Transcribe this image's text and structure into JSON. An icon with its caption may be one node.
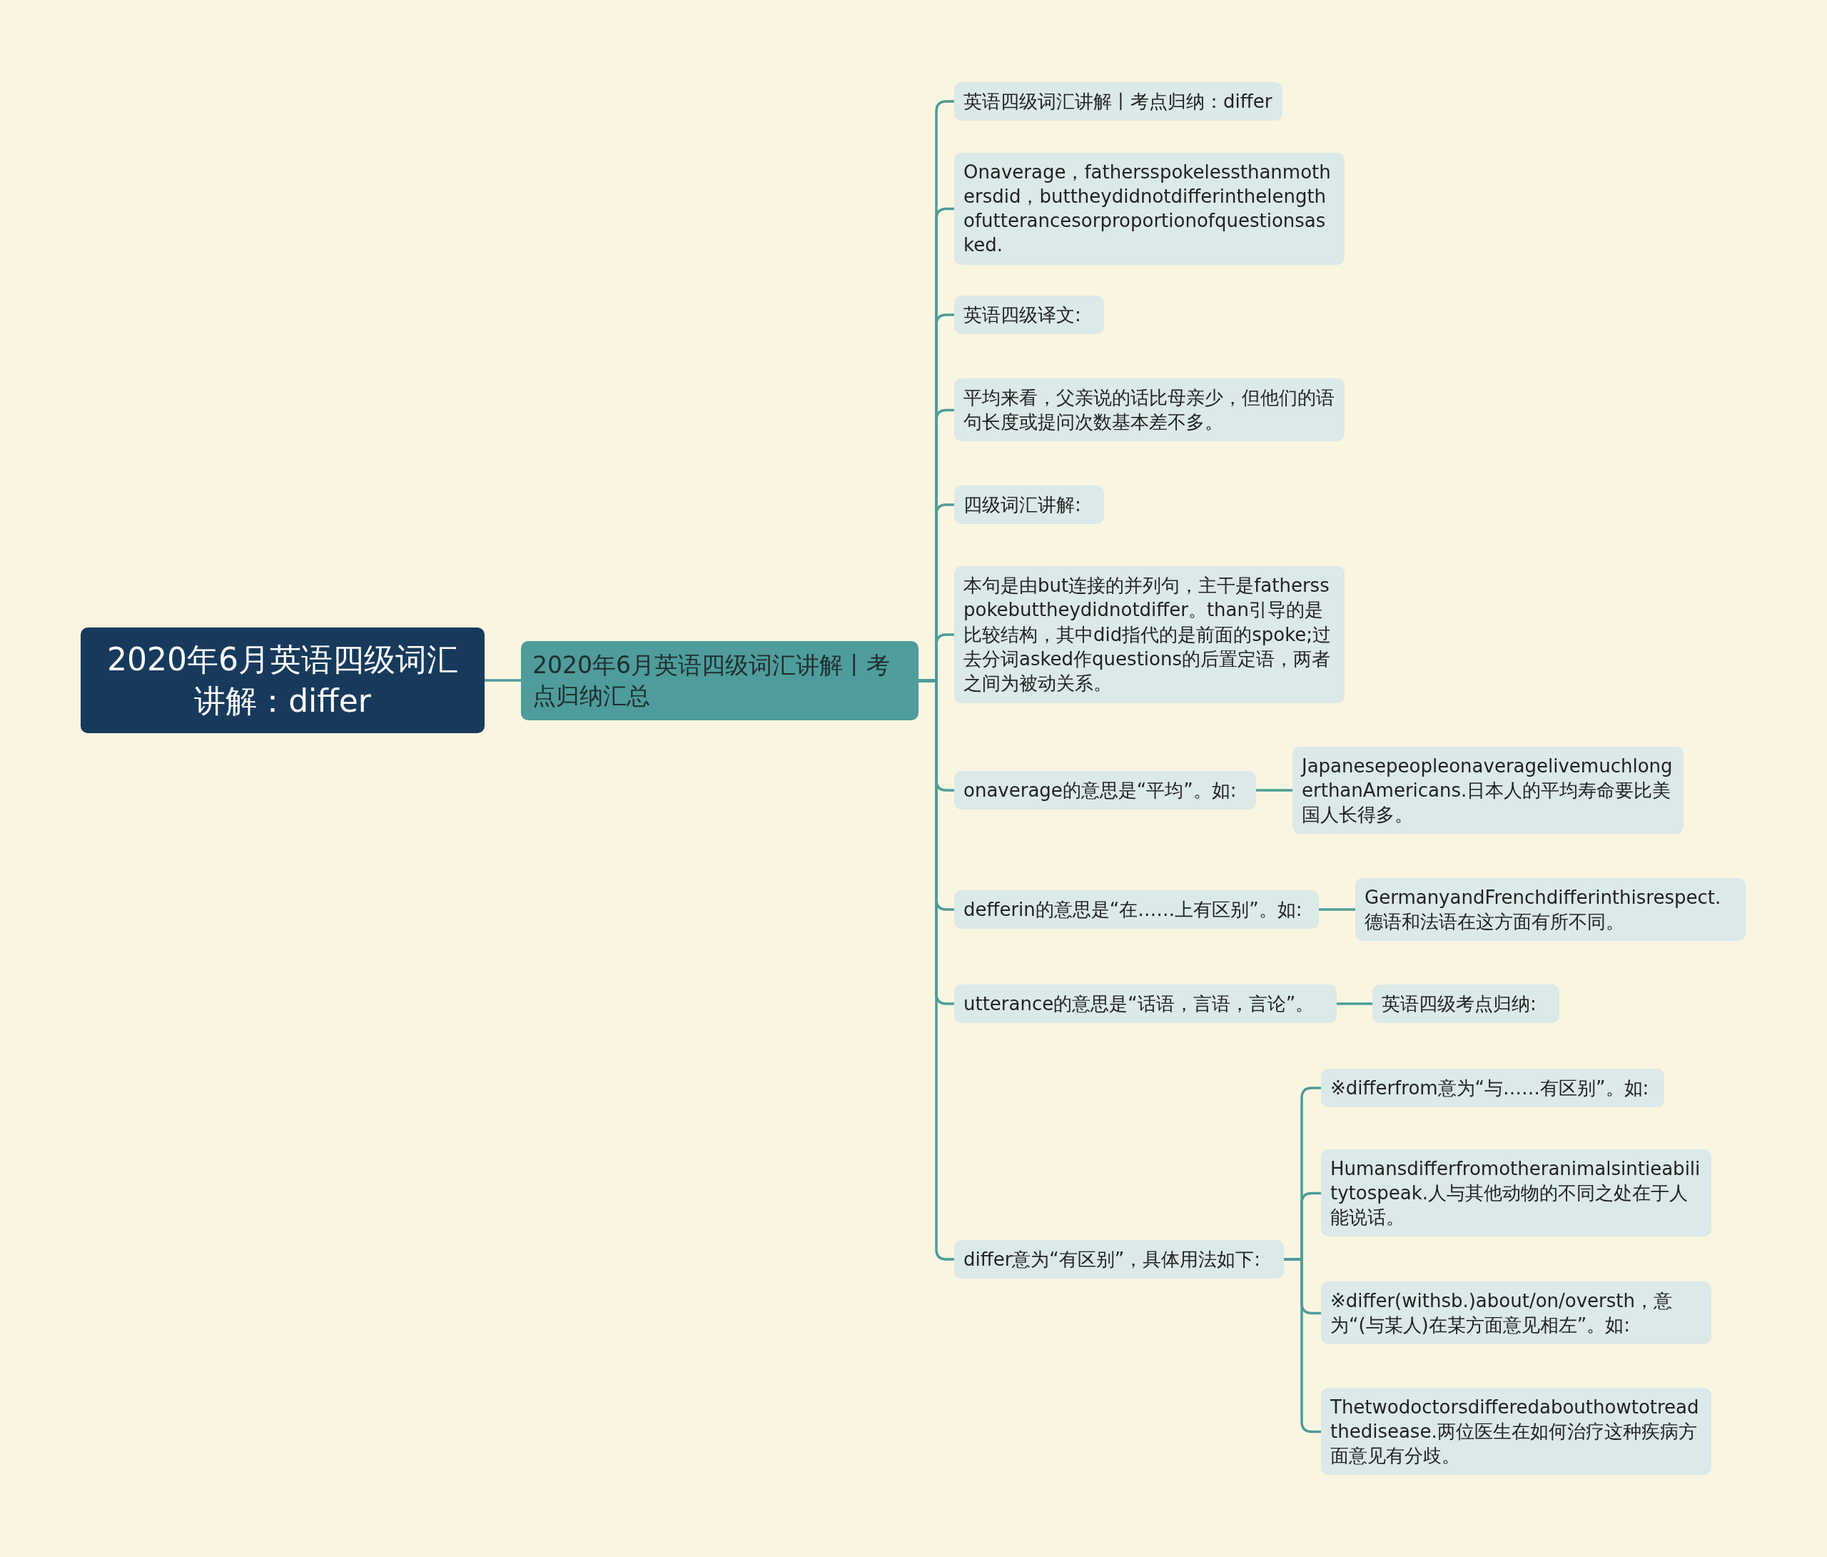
{
  "diagram": {
    "nodes": [
      {
        "text": [
          "2020年6月英语四级词汇讲解：differ"
        ]
      },
      {
        "text": [
          "2020年6月英语四级词汇讲解丨考点归纳汇总"
        ]
      },
      {
        "text": [
          "英语四级词汇讲解丨考点归纳：differ"
        ]
      },
      {
        "text": [
          "Onaverage，fathersspokelessthanmothersdid，buttheydidnotdifferinthelengthofutterancesorproportionofquestionsasked."
        ]
      },
      {
        "text": [
          "英语四级译文:"
        ]
      },
      {
        "text": [
          "平均来看，父亲说的话比母亲少，但他们的语句长度或提问次数基本差不多。"
        ]
      },
      {
        "text": [
          "四级词汇讲解:"
        ]
      },
      {
        "text": [
          "本句是由but连接的并列句，主干是fathersspokebuttheydidnotdiffer。than引导的是比较结构，其中did指代的是前面的spoke;过去分词asked作questions的后置定语，两者之间为被动关系。"
        ]
      },
      {
        "text": [
          "onaverage的意思是“平均”。如:"
        ]
      },
      {
        "text": [
          "JapanesepeopleonaveragelivemuchlongerthanAmericans.日本人的平均寿命要比美国人长得多。"
        ]
      },
      {
        "text": [
          "defferin的意思是“在……上有区别”。如:"
        ]
      },
      {
        "text": [
          "GermanyandFrenchdifferinthisrespect.德语和法语在这方面有所不同。"
        ]
      },
      {
        "text": [
          "utterance的意思是“话语，言语，言论”。"
        ]
      },
      {
        "text": [
          "英语四级考点归纳:"
        ]
      },
      {
        "text": [
          "differ意为“有区别”，具体用法如下:"
        ]
      },
      {
        "text": [
          "※differfrom意为“与……有区别”。如:"
        ]
      },
      {
        "text": [
          "Humansdifferfromotheranimalsintieabilitytospeak.人与其他动物的不同之处在于人能说话。"
        ]
      },
      {
        "text": [
          "※differ(withsb.)about/on/oversth，意为“(与某人)在某方面意见相左”。如:"
        ]
      },
      {
        "text": [
          "Thetwodoctorsdifferedabouthowtotreadthedisease.两位医生在如何治疗这种疾病方面意见有分歧。"
        ]
      }
    ],
    "edges": [
      {
        "from": 0,
        "to": 1,
        "arrow": "none"
      },
      {
        "from": 1,
        "to": 2,
        "arrow": "none"
      },
      {
        "from": 1,
        "to": 3,
        "arrow": "none"
      },
      {
        "from": 1,
        "to": 4,
        "arrow": "none"
      },
      {
        "from": 1,
        "to": 5,
        "arrow": "none"
      },
      {
        "from": 1,
        "to": 6,
        "arrow": "none"
      },
      {
        "from": 1,
        "to": 7,
        "arrow": "none"
      },
      {
        "from": 1,
        "to": 8,
        "arrow": "none"
      },
      {
        "from": 8,
        "to": 9,
        "arrow": "none"
      },
      {
        "from": 1,
        "to": 10,
        "arrow": "none"
      },
      {
        "from": 10,
        "to": 11,
        "arrow": "none"
      },
      {
        "from": 1,
        "to": 12,
        "arrow": "none"
      },
      {
        "from": 12,
        "to": 13,
        "arrow": "none"
      },
      {
        "from": 1,
        "to": 14,
        "arrow": "none"
      },
      {
        "from": 14,
        "to": 15,
        "arrow": "none"
      },
      {
        "from": 14,
        "to": 16,
        "arrow": "none"
      },
      {
        "from": 14,
        "to": 17,
        "arrow": "none"
      },
      {
        "from": 14,
        "to": 18,
        "arrow": "none"
      }
    ]
  }
}
